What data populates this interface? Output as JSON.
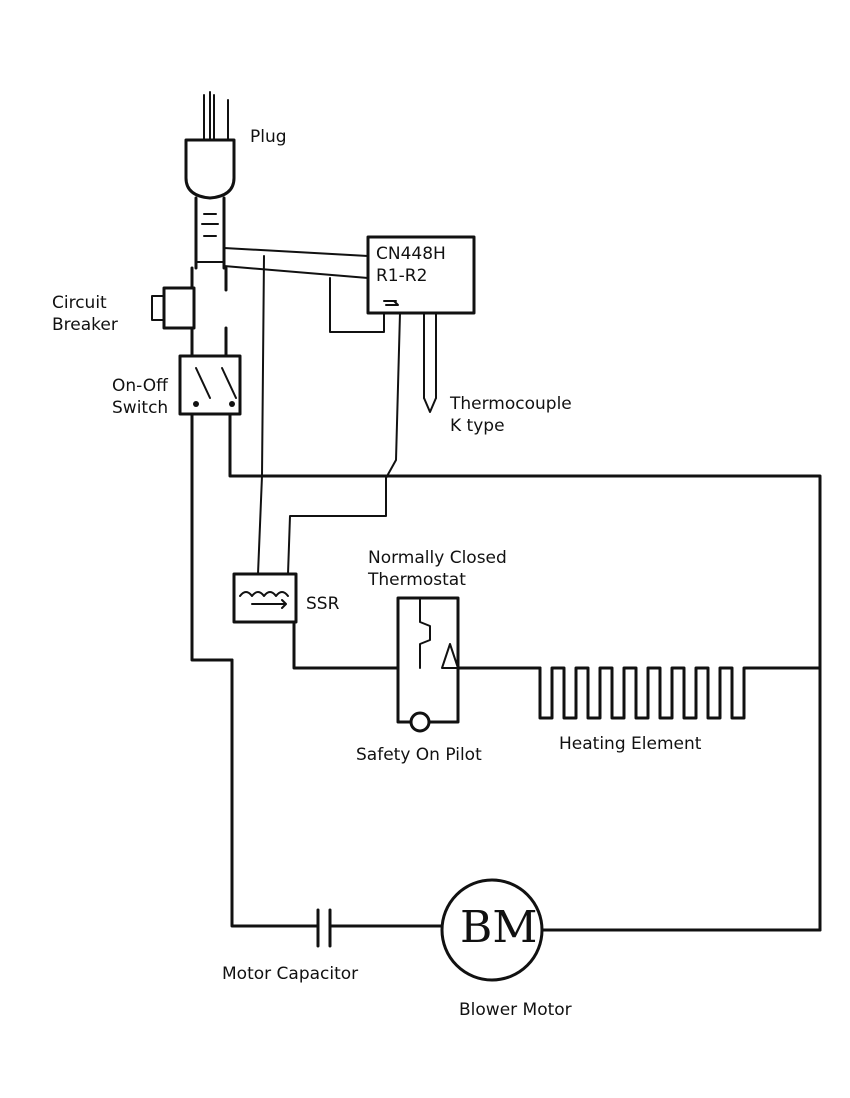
{
  "labels": {
    "plug": "Plug",
    "controller_line1": "CN448H",
    "controller_line2": "R1-R2",
    "circuit_breaker_line1": "Circuit",
    "circuit_breaker_line2": "Breaker",
    "switch_line1": "On-Off",
    "switch_line2": "Switch",
    "thermocouple_line1": "Thermocouple",
    "thermocouple_line2": "K type",
    "thermostat_line1": "Normally Closed",
    "thermostat_line2": "Thermostat",
    "ssr": "SSR",
    "pilot": "Safety On Pilot",
    "heater": "Heating Element",
    "capacitor": "Motor Capacitor",
    "motor": "Blower Motor",
    "motor_symbol": "BM"
  }
}
